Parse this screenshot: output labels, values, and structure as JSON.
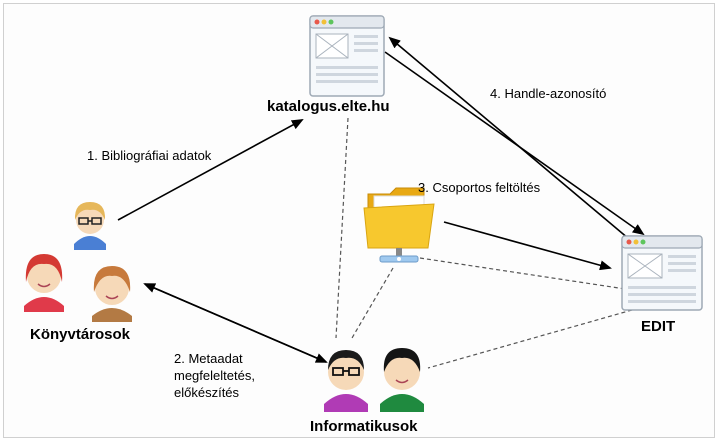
{
  "nodes": {
    "catalog": {
      "label": "katalogus.elte.hu",
      "icon": "browser-window-icon"
    },
    "librarians": {
      "label": "Könyvtárosok",
      "icon": "people-icon"
    },
    "folder": {
      "icon": "shared-folder-icon"
    },
    "edit": {
      "label": "EDIT",
      "icon": "browser-window-icon"
    },
    "it": {
      "label": "Informatikusok",
      "icon": "people-icon"
    }
  },
  "edges": [
    {
      "label": "1. Bibliográfiai adatok"
    },
    {
      "label_line1": "2. Metaadat",
      "label_line2": "megfeleltetés,",
      "label_line3": "előkészítés"
    },
    {
      "label": "3. Csoportos feltöltés"
    },
    {
      "label": "4. Handle-azonosító"
    }
  ],
  "colors": {
    "window_border": "#9ea9b5",
    "window_bg": "#f5f8fb",
    "folder": "#f5c623",
    "arrow": "#000000",
    "dashed": "#555555",
    "shirt_blue": "#4a7fd4",
    "shirt_purple": "#b03bb5",
    "shirt_green": "#1f8a3f",
    "shirt_red": "#e03a4a",
    "shirt_brown": "#b37a44"
  }
}
